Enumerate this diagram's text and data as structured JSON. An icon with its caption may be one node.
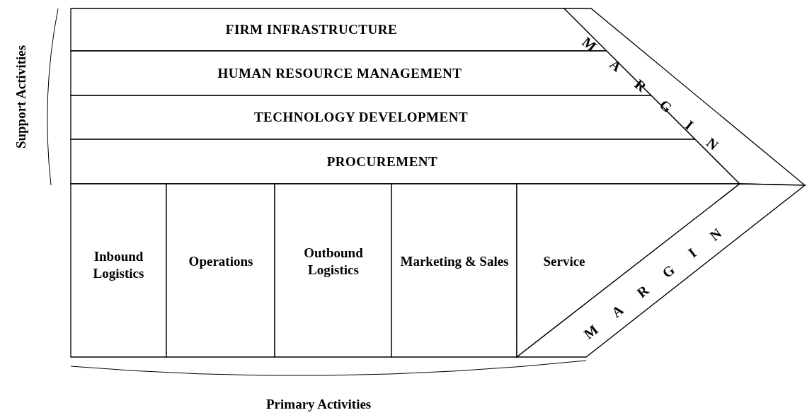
{
  "diagram": {
    "nodes": [
      {
        "text": [
          "FIRM INFRASTRUCTURE"
        ]
      },
      {
        "text": [
          "HUMAN RESOURCE MANAGEMENT"
        ]
      },
      {
        "text": [
          "TECHNOLOGY DEVELOPMENT"
        ]
      },
      {
        "text": [
          "PROCUREMENT"
        ]
      },
      {
        "text": [
          "MARGIN"
        ]
      },
      {
        "text": [
          "Inbound Logistics"
        ]
      },
      {
        "text": [
          "Operations"
        ]
      },
      {
        "text": [
          "Outbound Logistics"
        ]
      },
      {
        "text": [
          "Marketing & Sales"
        ]
      },
      {
        "text": [
          "Service"
        ]
      },
      {
        "text": [
          "MARGIN"
        ]
      }
    ],
    "edges": [],
    "labels": [
      "Support Activities",
      "Primary Activities"
    ]
  }
}
